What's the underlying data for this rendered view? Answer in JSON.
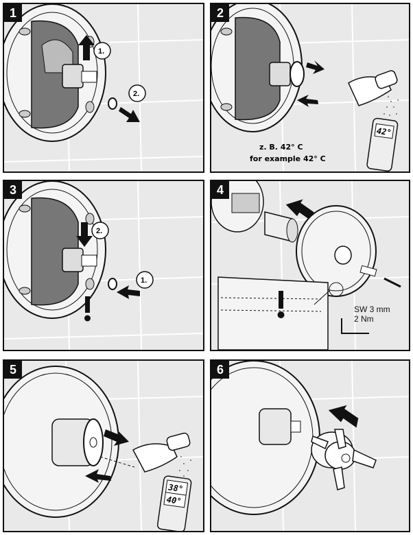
{
  "panels": [
    {
      "number": "1",
      "steps": [
        "1.",
        "2."
      ]
    },
    {
      "number": "2",
      "text_line1": "z. B. 42° C",
      "text_line2": "for example 42° C",
      "display": "42°"
    },
    {
      "number": "3",
      "steps": [
        "2.",
        "1."
      ]
    },
    {
      "number": "4",
      "spec_line1": "SW 3 mm",
      "spec_line2": "2 Nm"
    },
    {
      "number": "5",
      "display_top": "38°",
      "display_bottom": "40°"
    },
    {
      "number": "6"
    }
  ],
  "colors": {
    "border": "#111111",
    "panel_bg": "#e9e9e9",
    "tile_line": "#ffffff",
    "ink": "#111111"
  }
}
